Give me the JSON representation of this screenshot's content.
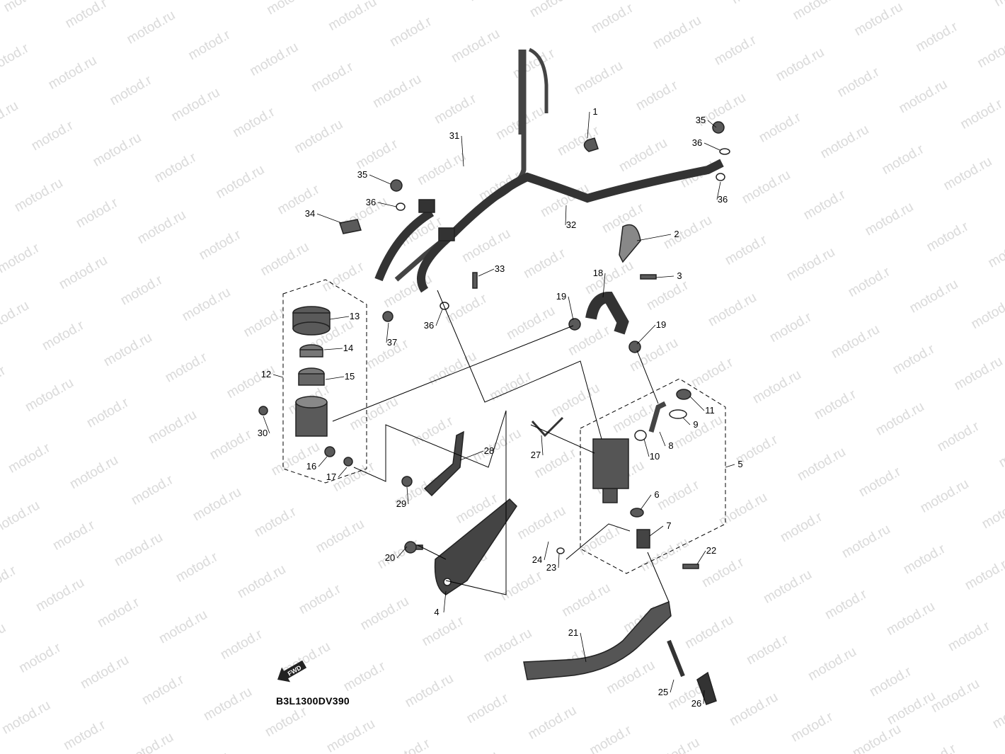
{
  "watermark": "motod.ru",
  "diagram_code": "B3L1300DV390",
  "forward_arrow_text": "FWD",
  "callouts": [
    "1",
    "2",
    "3",
    "4",
    "5",
    "6",
    "7",
    "8",
    "9",
    "10",
    "11",
    "12",
    "13",
    "14",
    "15",
    "16",
    "17",
    "18",
    "19",
    "19",
    "20",
    "21",
    "22",
    "23",
    "24",
    "25",
    "26",
    "27",
    "28",
    "29",
    "30",
    "31",
    "32",
    "33",
    "34",
    "35",
    "35",
    "36",
    "36",
    "36",
    "36",
    "37"
  ],
  "colors": {
    "part": "#5a5a5a",
    "part_dark": "#2e2e2e",
    "line": "#000000",
    "watermark": "#d9d9d9"
  }
}
